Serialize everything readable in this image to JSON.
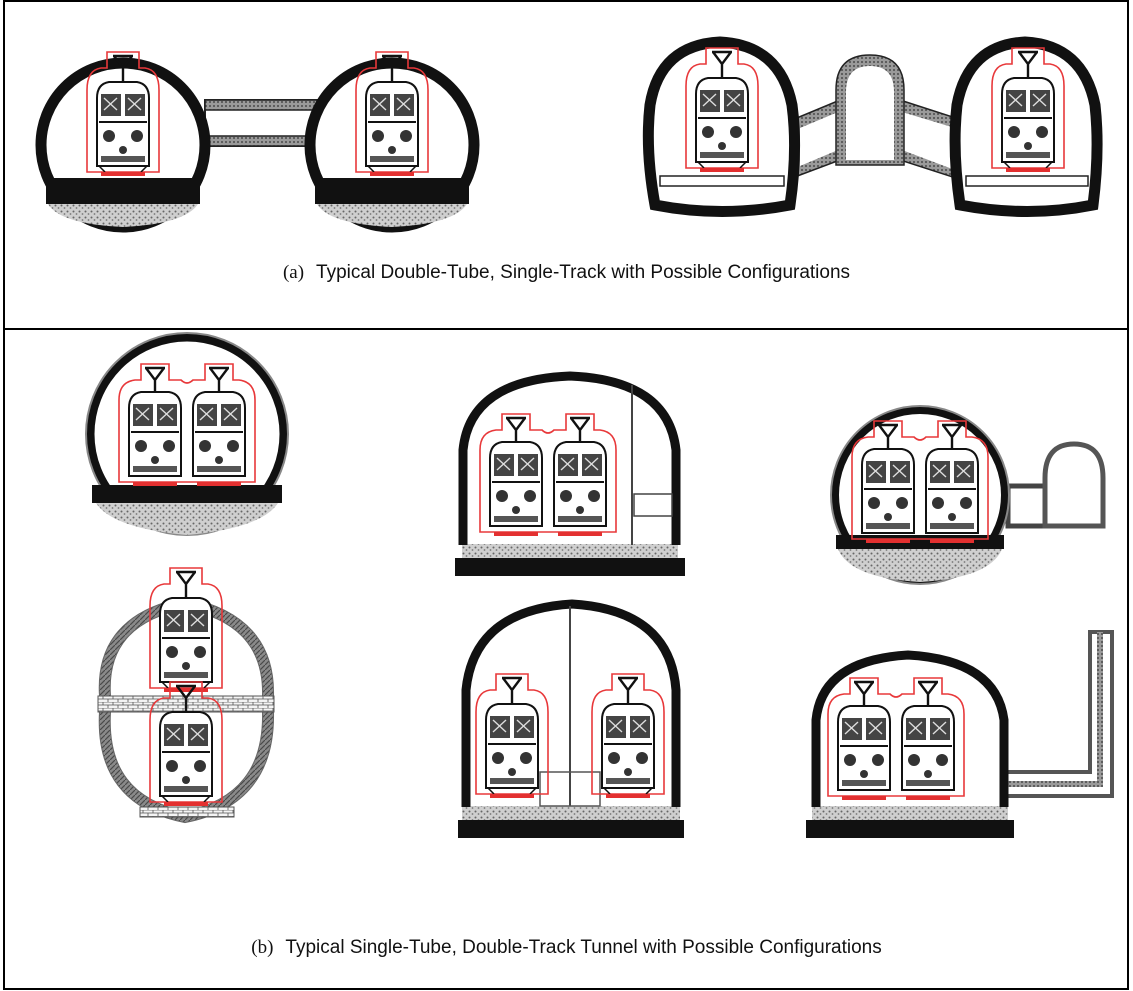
{
  "panel_a": {
    "label": "(a)",
    "caption": "Typical Double-Tube, Single-Track with Possible Configurations"
  },
  "panel_b": {
    "label": "(b)",
    "caption": "Typical Single-Tube, Double-Track Tunnel with Possible Configurations"
  },
  "colors": {
    "lining": "#111111",
    "clearance_envelope": "#e8383a",
    "rail": "#e33030",
    "concrete": "#6e6e6e",
    "border": "#000000"
  }
}
